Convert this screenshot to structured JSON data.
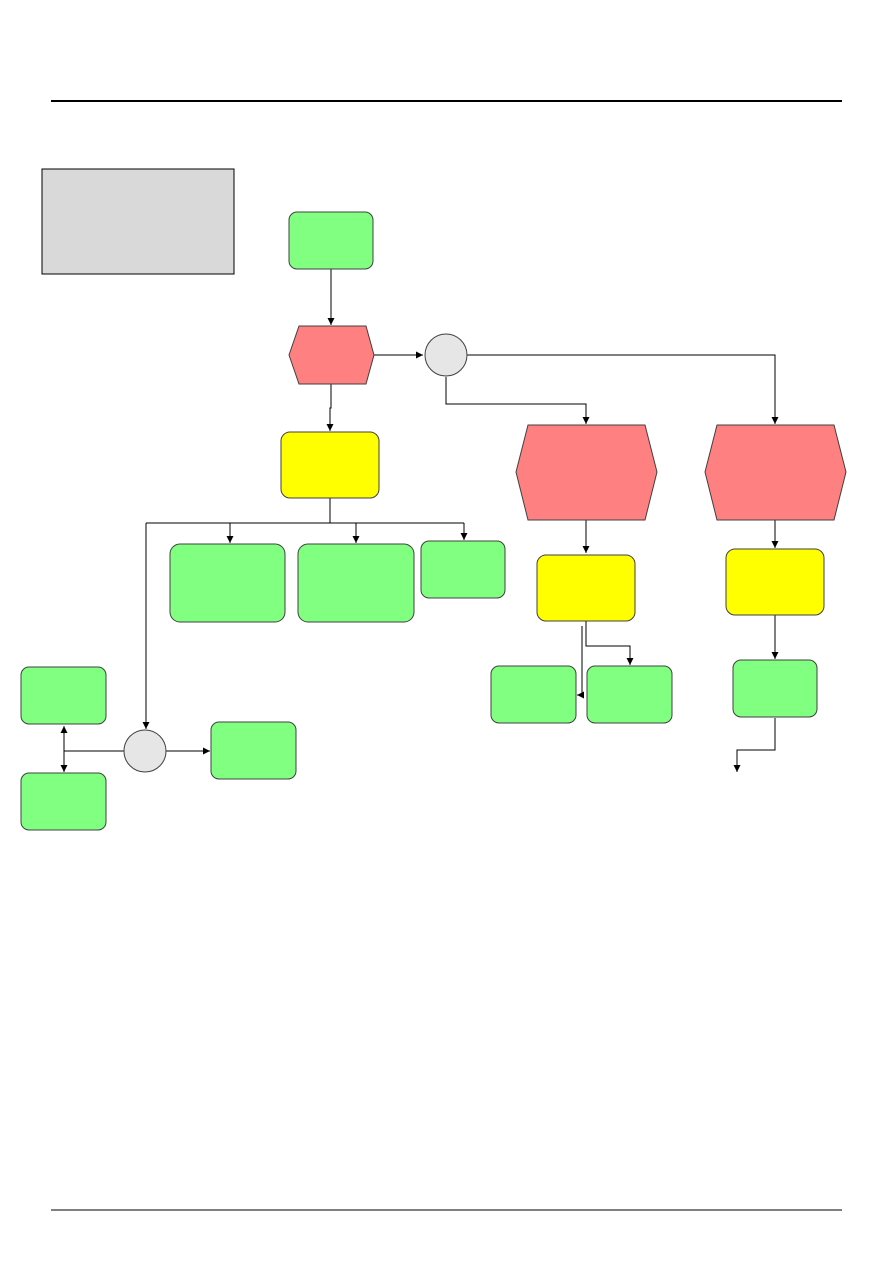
{
  "page": {
    "header_rule": true,
    "footer_rule": true
  },
  "legend_box": {
    "text": "",
    "fill": "#d9d9d9"
  },
  "colors": {
    "function": "#80ff80",
    "event": "#ff8080",
    "rule": "#ffff00",
    "connector": "#e6e6e6",
    "line": "#000000"
  },
  "nodes": {
    "start_function": {
      "shape": "rounded-rect",
      "kind": "function",
      "label": ""
    },
    "event_1": {
      "shape": "hexagon",
      "kind": "event",
      "label": ""
    },
    "connector_1": {
      "shape": "circle",
      "kind": "connector",
      "label": ""
    },
    "event_2": {
      "shape": "hexagon",
      "kind": "event",
      "label": ""
    },
    "event_3": {
      "shape": "hexagon",
      "kind": "event",
      "label": ""
    },
    "rule_1": {
      "shape": "rounded-rect",
      "kind": "rule",
      "label": ""
    },
    "rule_2": {
      "shape": "rounded-rect",
      "kind": "rule",
      "label": ""
    },
    "rule_3": {
      "shape": "rounded-rect",
      "kind": "rule",
      "label": ""
    },
    "function_a": {
      "shape": "rounded-rect",
      "kind": "function",
      "label": ""
    },
    "function_b": {
      "shape": "rounded-rect",
      "kind": "function",
      "label": ""
    },
    "function_c": {
      "shape": "rounded-rect",
      "kind": "function",
      "label": ""
    },
    "function_d": {
      "shape": "rounded-rect",
      "kind": "function",
      "label": ""
    },
    "function_e": {
      "shape": "rounded-rect",
      "kind": "function",
      "label": ""
    },
    "function_f": {
      "shape": "rounded-rect",
      "kind": "function",
      "label": ""
    },
    "function_g": {
      "shape": "rounded-rect",
      "kind": "function",
      "label": ""
    },
    "function_h": {
      "shape": "rounded-rect",
      "kind": "function",
      "label": ""
    },
    "function_i": {
      "shape": "rounded-rect",
      "kind": "function",
      "label": ""
    },
    "connector_2": {
      "shape": "circle",
      "kind": "connector",
      "label": ""
    }
  }
}
